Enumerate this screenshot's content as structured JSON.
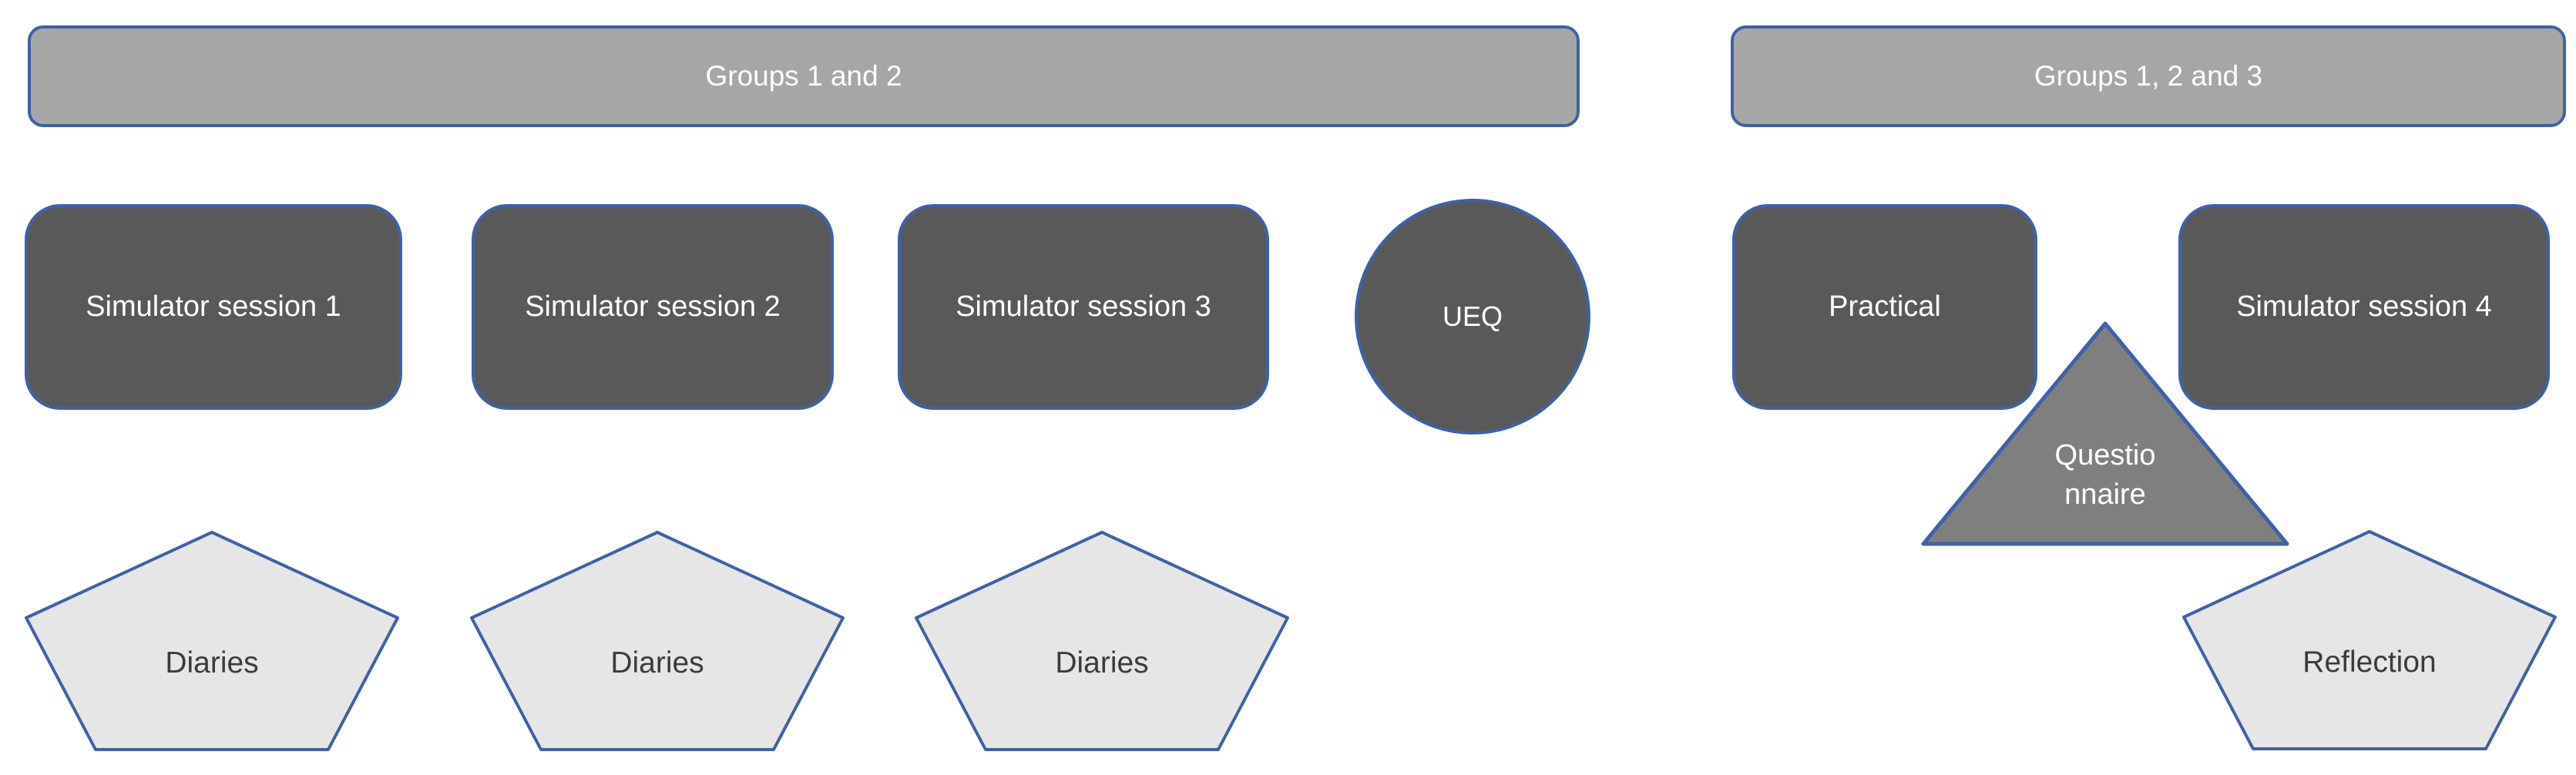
{
  "headers": {
    "left": {
      "label": "Groups 1 and 2"
    },
    "right": {
      "label": "Groups 1, 2 and 3"
    }
  },
  "left_group": {
    "sessions": [
      {
        "label": "Simulator session 1"
      },
      {
        "label": "Simulator session 2"
      },
      {
        "label": "Simulator session 3"
      }
    ],
    "ueq": {
      "label": "UEQ"
    },
    "diaries": [
      {
        "label": "Diaries"
      },
      {
        "label": "Diaries"
      },
      {
        "label": "Diaries"
      }
    ]
  },
  "right_group": {
    "practical": {
      "label": "Practical"
    },
    "session4": {
      "label": "Simulator session 4"
    },
    "questionnaire": {
      "line1": "Questio",
      "line2": "nnaire"
    },
    "reflection": {
      "label": "Reflection"
    }
  },
  "colors": {
    "header_fill": "#a6a6a6",
    "dark_fill": "#595959",
    "triangle_fill": "#7f7f7f",
    "pentagon_fill": "#e7e6e6",
    "border_blue": "#3e61a8",
    "text_light": "#ffffff",
    "text_dark": "#3b3b3b"
  }
}
